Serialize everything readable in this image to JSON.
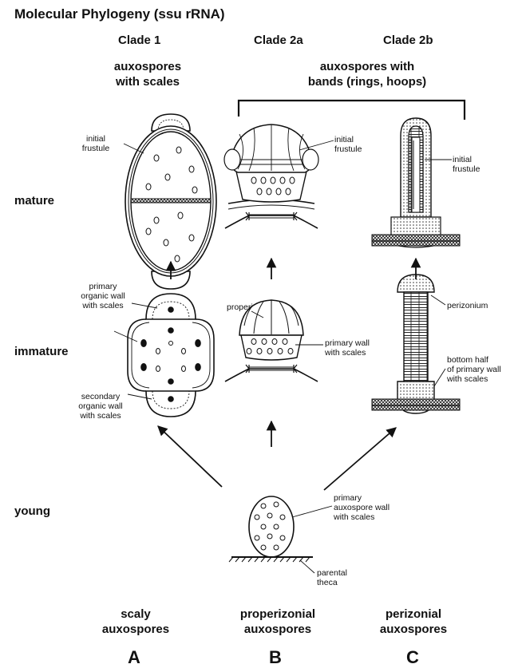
{
  "title": "Molecular Phylogeny (ssu rRNA)",
  "clades": [
    "Clade 1",
    "Clade 2a",
    "Clade 2b"
  ],
  "headings": {
    "scales": [
      "auxospores",
      "with scales"
    ],
    "bands": [
      "auxospores with",
      "bands (rings, hoops)"
    ]
  },
  "stages": [
    "mature",
    "immature",
    "young"
  ],
  "labels": {
    "initial_frustule_1": [
      "initial",
      "frustule"
    ],
    "initial_frustule_2a": [
      "initial",
      "frustule"
    ],
    "initial_frustule_2b": [
      "initial",
      "frustule"
    ],
    "primary_organic_wall": [
      "primary",
      "organic wall",
      "with scales"
    ],
    "secondary_organic_wall": [
      "secondary",
      "organic wall",
      "with scales"
    ],
    "properizonium": "properizonium",
    "primary_wall": [
      "primary wall",
      "with scales"
    ],
    "perizonium": "perizonium",
    "bottom_half": [
      "bottom half",
      "of primary wall",
      "with scales"
    ],
    "primary_auxospore_wall": [
      "primary",
      "auxospore wall",
      "with scales"
    ],
    "parental_theca": [
      "parental",
      "theca"
    ]
  },
  "types": [
    {
      "line1": "scaly",
      "line2": "auxospores",
      "letter": "A"
    },
    {
      "line1": "properizonial",
      "line2": "auxospores",
      "letter": "B"
    },
    {
      "line1": "perizonial",
      "line2": "auxospores",
      "letter": "C"
    }
  ]
}
